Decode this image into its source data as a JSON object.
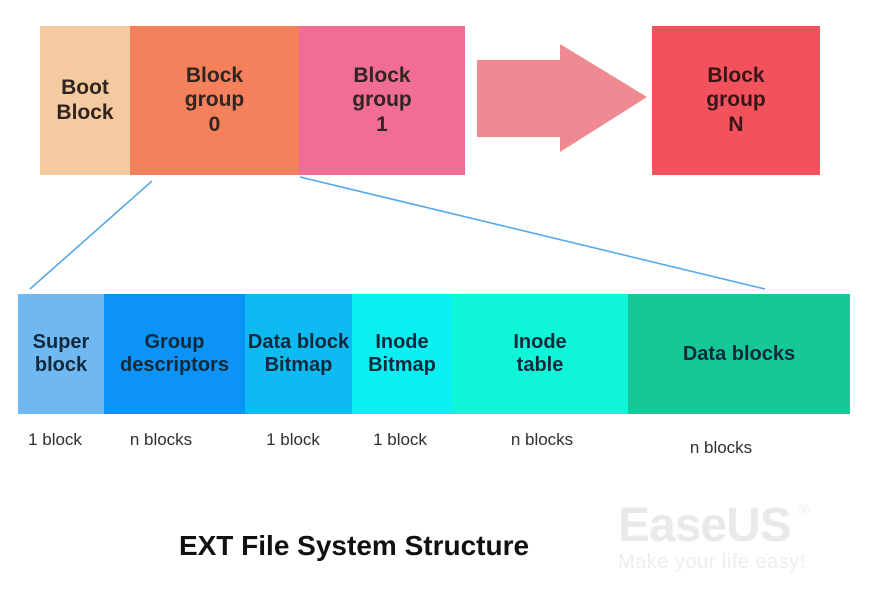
{
  "diagram": {
    "title": "EXT File System Structure"
  },
  "colors": {
    "connector_line": "#56aae6",
    "arrow": "#ef8a92"
  },
  "disk_row": {
    "blocks": [
      {
        "label": "Boot\nBlock",
        "color": "#f4cba1"
      },
      {
        "label": "Block\ngroup\n0",
        "color": "#f4805c"
      },
      {
        "label": "Block\ngroup\n1",
        "color": "#f06e96"
      },
      {
        "label": "Block\ngroup\nN",
        "color": "#f2525c"
      }
    ]
  },
  "group_row": {
    "blocks": [
      {
        "label": "Super\nblock",
        "count": "1 block",
        "color": "#6fb8f2"
      },
      {
        "label": "Group\ndescriptors",
        "count": "n blocks",
        "color": "#0b93f5"
      },
      {
        "label": "Data block\nBitmap",
        "count": "1 block",
        "color": "#0dbbf2"
      },
      {
        "label": "Inode\nBitmap",
        "count": "1 block",
        "color": "#0aeff2"
      },
      {
        "label": "Inode\ntable",
        "count": "n blocks",
        "color": "#0ef5d8"
      },
      {
        "label": "Data blocks",
        "count": "n blocks",
        "color": "#17c796"
      }
    ]
  },
  "watermark": {
    "brand": "EaseUS",
    "registered": "®",
    "tagline": "Make your life easy!"
  }
}
